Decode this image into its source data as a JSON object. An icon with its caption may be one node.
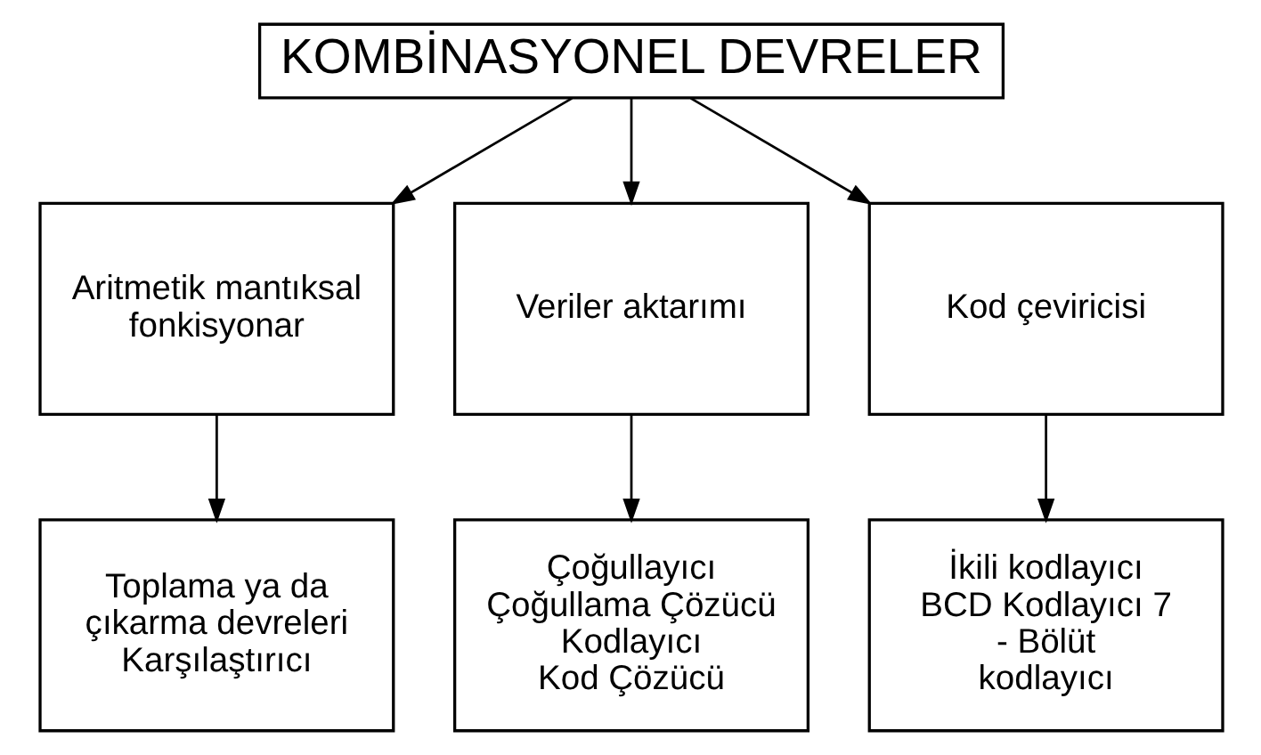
{
  "diagram": {
    "nodes": [
      {
        "text": [
          "KOMBİNASYONEL DEVRELER"
        ]
      },
      {
        "text": [
          "Aritmetik mantıksal fonkisyonar"
        ]
      },
      {
        "text": [
          "Veriler aktarımı"
        ]
      },
      {
        "text": [
          "Kod çeviricisi"
        ]
      },
      {
        "text": [
          "Toplama ya da çıkarma devreleri",
          "Karşılaştırıcı"
        ]
      },
      {
        "text": [
          "Çoğullayıcı",
          "Çoğullama Çözücü",
          "Kodlayıcı",
          "Kod Çözücü"
        ]
      },
      {
        "text": [
          "İkili kodlayıcı",
          "BCD Kodlayıcı 7 - Bölüt kodlayıcı"
        ]
      }
    ],
    "edges": [
      {
        "from": 0,
        "to": 1,
        "arrow": "to"
      },
      {
        "from": 0,
        "to": 2,
        "arrow": "to"
      },
      {
        "from": 0,
        "to": 3,
        "arrow": "to"
      },
      {
        "from": 1,
        "to": 4,
        "arrow": "to"
      },
      {
        "from": 2,
        "to": 5,
        "arrow": "to"
      },
      {
        "from": 3,
        "to": 6,
        "arrow": "to"
      }
    ]
  }
}
